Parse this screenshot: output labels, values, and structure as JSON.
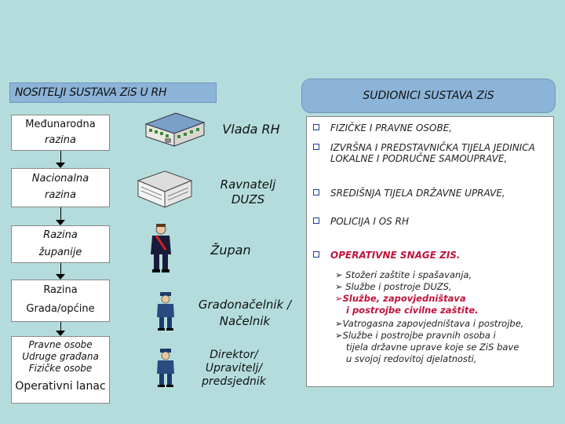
{
  "header": {
    "left_title": "NOSITELJI SUSTAVA ZiS U RH",
    "right_title": "SUDIONICI SUSTAVA ZiS"
  },
  "levels": [
    {
      "lines": [
        "Međunarodna",
        "razina"
      ]
    },
    {
      "lines": [
        "Nacionalna",
        "razina"
      ]
    },
    {
      "lines": [
        "Razina",
        "županije"
      ]
    },
    {
      "lines": [
        "Razina",
        "Grada/općine"
      ]
    },
    {
      "lines": [
        "Pravne osobe",
        "Udruge građana",
        "Fizičke osobe"
      ],
      "footer": "Operativni lanac"
    }
  ],
  "actors": [
    {
      "label": "Vlada RH",
      "icon": "government-building-icon"
    },
    {
      "label": "Ravnatelj DUZS",
      "icon": "headquarters-building-icon"
    },
    {
      "label": "Župan",
      "icon": "official-figure-icon"
    },
    {
      "label": "Gradonačelnik / Načelnik",
      "icon": "officer-figure-icon"
    },
    {
      "label": "Direktor/ Upravitelj/ predsjednik",
      "icon": "officer-figure-icon"
    }
  ],
  "participants": [
    {
      "text": "FIZIČKE I PRAVNE OSOBE,"
    },
    {
      "text": "IZVRŠNA I PREDSTAVNIČKA TIJELA JEDINICA LOKALNE I PODRUČNE SAMOUPRAVE,"
    },
    {
      "text": "SREDIŠNJA TIJELA DRŽAVNE UPRAVE,"
    },
    {
      "text": "POLICIJA I OS RH"
    },
    {
      "text": "OPERATIVNE SNAGE ZIS.",
      "highlight": true
    }
  ],
  "operative_forces": [
    "Stožeri zaštite i spašavanja,",
    "Službe i postroje DUZS,",
    "Službe, zapovjedništava",
    "i postrojbe civilne zaštite.",
    "Vatrogasna zapovjedništava i postrojbe,",
    "Službe i postrojbe pravnih osoba i",
    "tijela državne uprave koje se ZiS bave",
    "u svojoj redovitoj djelatnosti,"
  ],
  "colors": {
    "background": "#b4dcdc",
    "header_fill": "#8cb4d8",
    "highlight": "#c0143c",
    "bullet": "#1d3d8a"
  }
}
